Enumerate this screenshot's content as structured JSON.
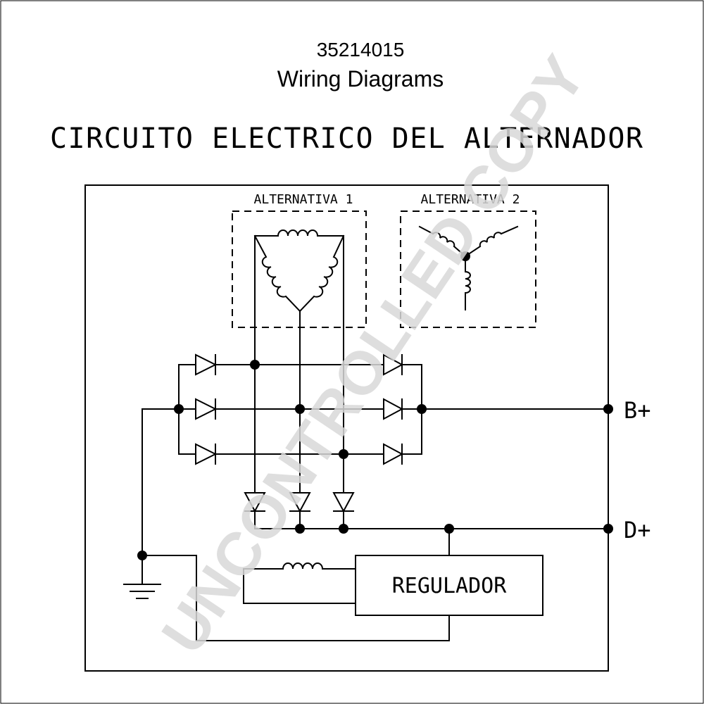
{
  "header": {
    "part_number": "35214015",
    "subtitle": "Wiring Diagrams"
  },
  "diagram": {
    "title": "CIRCUITO ELECTRICO DEL ALTERNADOR",
    "alt1_label": "ALTERNATIVA 1",
    "alt2_label": "ALTERNATIVA 2",
    "terminal_b": "B+",
    "terminal_d": "D+",
    "regulator_label": "REGULADOR"
  },
  "watermark": {
    "text": "UNCONTROLLED COPY"
  }
}
